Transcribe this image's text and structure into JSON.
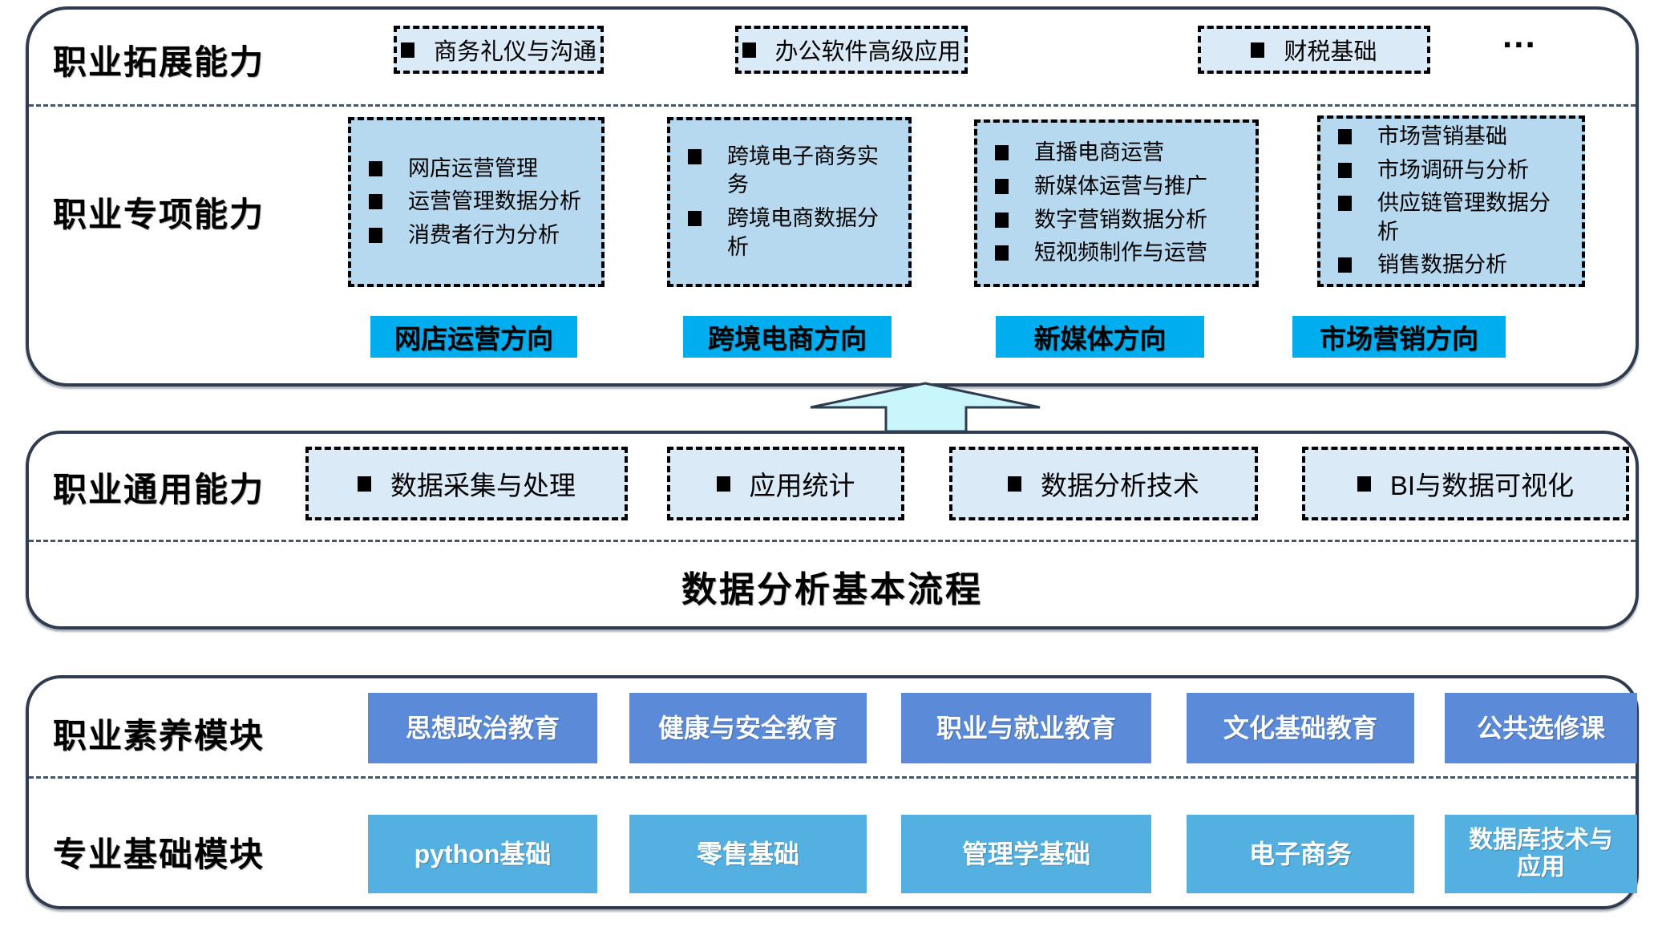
{
  "top": {
    "expand": {
      "label": "职业拓展能力",
      "courses": [
        "商务礼仪与沟通",
        "办公软件高级应用",
        "财税基础"
      ],
      "more": "..."
    },
    "special": {
      "label": "职业专项能力",
      "tracks": [
        {
          "courses": [
            "网店运营管理",
            "运营管理数据分析",
            "消费者行为分析"
          ],
          "direction": "网店运营方向"
        },
        {
          "courses": [
            "跨境电子商务实务",
            "跨境电商数据分析"
          ],
          "direction": "跨境电商方向"
        },
        {
          "courses": [
            "直播电商运营",
            "新媒体运营与推广",
            "数字营销数据分析",
            "短视频制作与运营"
          ],
          "direction": "新媒体方向"
        },
        {
          "courses": [
            "市场营销基础",
            "市场调研与分析",
            "供应链管理数据分析",
            "销售数据分析"
          ],
          "direction": "市场营销方向"
        }
      ]
    }
  },
  "middle": {
    "general": {
      "label": "职业通用能力",
      "courses": [
        "数据采集与处理",
        "应用统计",
        "数据分析技术",
        "BI与数据可视化"
      ]
    },
    "flow_title": "数据分析基本流程"
  },
  "bottom": {
    "quality": {
      "label": "职业素养模块",
      "courses": [
        "思想政治教育",
        "健康与安全教育",
        "职业与就业教育",
        "文化基础教育",
        "公共选修课"
      ]
    },
    "foundation": {
      "label": "专业基础模块",
      "courses": [
        "python基础",
        "零售基础",
        "管理学基础",
        "电子商务",
        "数据库技术与应用"
      ]
    }
  },
  "colors": {
    "panel_border": "#2f3b4e",
    "course_box_light": "#daeaf7",
    "course_box_medium": "#b7d9ef",
    "direction_bg": "#00aeef",
    "arrow_fill": "#c9f6fa",
    "quality_button_bg": "#5b8bd8",
    "foundation_button_bg": "#55b0e2"
  }
}
